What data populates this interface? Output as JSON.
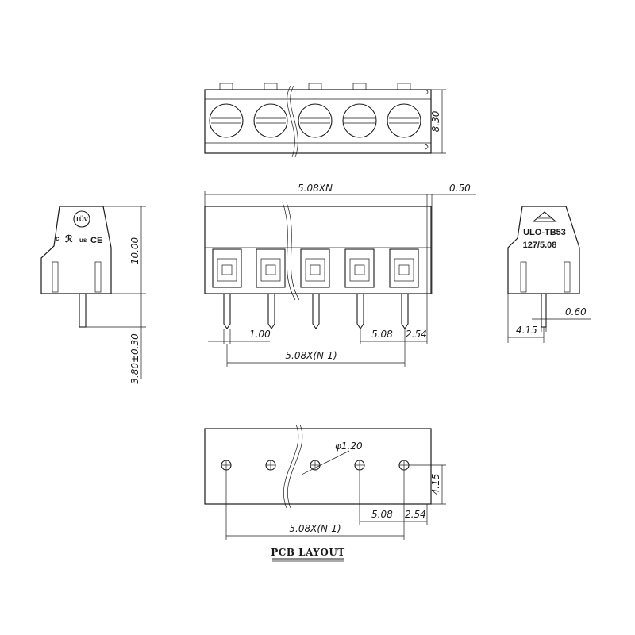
{
  "top_view": {
    "dim_height": "8.30"
  },
  "front_view": {
    "dim_total": "5.08XN",
    "dim_gap": "0.50",
    "dim_pin": "1.00",
    "dim_pitch": "5.08",
    "dim_half": "2.54",
    "dim_span": "5.08X(N-1)"
  },
  "left_view": {
    "dim_height": "10.00",
    "dim_pin_length": "3.80±0.30",
    "cert_tuv": "TÜV",
    "cert_us": "us",
    "cert_c": "c",
    "cert_ce": "CE"
  },
  "right_view": {
    "model": "ULO-TB53",
    "model_sub": "127/5.08",
    "dim_pin_width": "0.60",
    "dim_offset": "4.15"
  },
  "pcb_layout": {
    "title": "PCB LAYOUT",
    "dim_hole": "φ1.20",
    "dim_row": "4.15",
    "dim_pitch": "5.08",
    "dim_half": "2.54",
    "dim_span": "5.08X(N-1)"
  }
}
